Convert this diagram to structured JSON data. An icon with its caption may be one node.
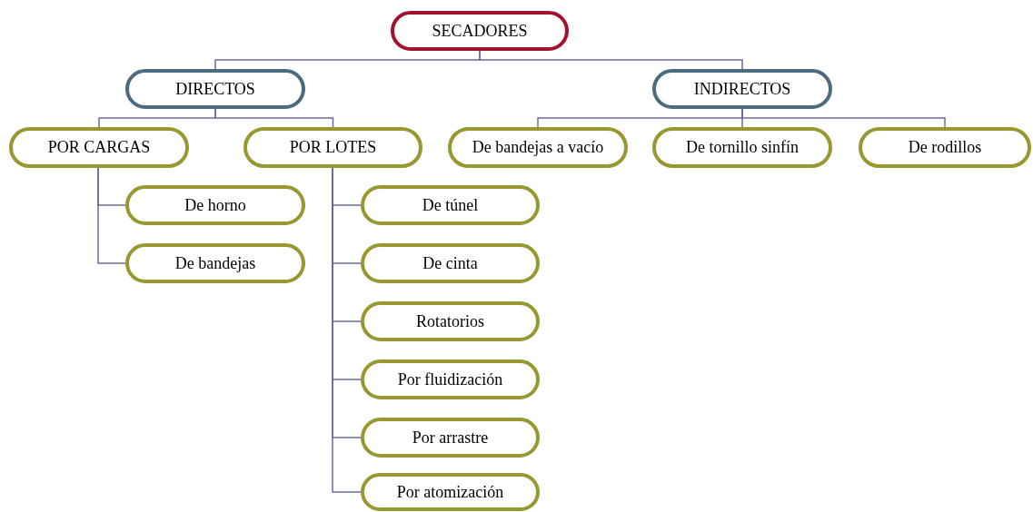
{
  "diagram": {
    "nodes": [
      {
        "text": [
          "SECADORES"
        ]
      },
      {
        "text": [
          "DIRECTOS"
        ]
      },
      {
        "text": [
          "INDIRECTOS"
        ]
      },
      {
        "text": [
          "POR CARGAS"
        ]
      },
      {
        "text": [
          "POR LOTES"
        ]
      },
      {
        "text": [
          "De bandejas a vacío"
        ]
      },
      {
        "text": [
          "De tornillo sinfín"
        ]
      },
      {
        "text": [
          "De rodillos"
        ]
      },
      {
        "text": [
          "De horno"
        ]
      },
      {
        "text": [
          "De bandejas"
        ]
      },
      {
        "text": [
          "De túnel"
        ]
      },
      {
        "text": [
          "De cinta"
        ]
      },
      {
        "text": [
          "Rotatorios"
        ]
      },
      {
        "text": [
          "Por fluidización"
        ]
      },
      {
        "text": [
          "Por arrastre"
        ]
      },
      {
        "text": [
          "Por atomización"
        ]
      }
    ],
    "edges": [
      {
        "from": 0,
        "to": 1,
        "arrow": "none"
      },
      {
        "from": 0,
        "to": 2,
        "arrow": "none"
      },
      {
        "from": 1,
        "to": 3,
        "arrow": "none"
      },
      {
        "from": 1,
        "to": 4,
        "arrow": "none"
      },
      {
        "from": 2,
        "to": 5,
        "arrow": "none"
      },
      {
        "from": 2,
        "to": 6,
        "arrow": "none"
      },
      {
        "from": 2,
        "to": 7,
        "arrow": "none"
      },
      {
        "from": 3,
        "to": 8,
        "arrow": "none"
      },
      {
        "from": 3,
        "to": 9,
        "arrow": "none"
      },
      {
        "from": 4,
        "to": 10,
        "arrow": "none"
      },
      {
        "from": 4,
        "to": 11,
        "arrow": "none"
      },
      {
        "from": 4,
        "to": 12,
        "arrow": "none"
      },
      {
        "from": 4,
        "to": 13,
        "arrow": "none"
      },
      {
        "from": 4,
        "to": 14,
        "arrow": "none"
      },
      {
        "from": 4,
        "to": 15,
        "arrow": "none"
      }
    ]
  }
}
